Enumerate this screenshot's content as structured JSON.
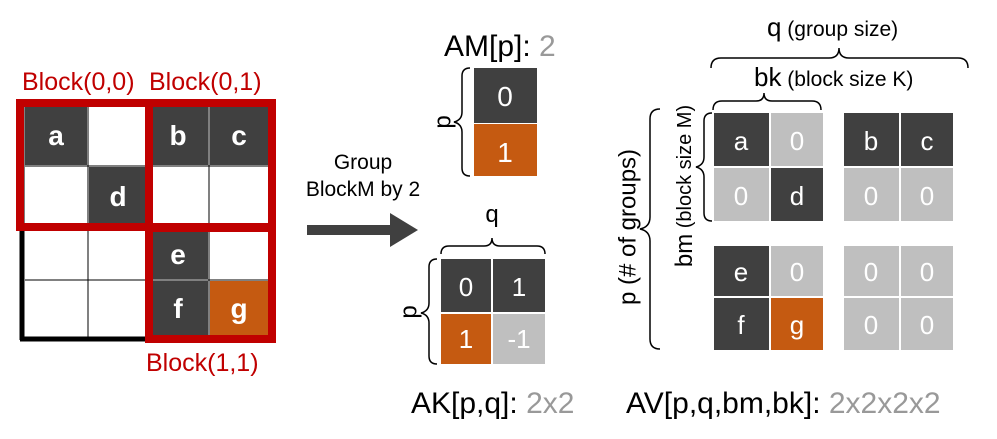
{
  "colors": {
    "dark": "#404040",
    "orange": "#c55a11",
    "gray": "#bfbfbf",
    "red": "#c00000",
    "white": "#ffffff",
    "grayText": "#999999"
  },
  "left": {
    "block00": "Block(0,0)",
    "block01": "Block(0,1)",
    "block11": "Block(1,1)",
    "cell_a": "a",
    "cell_b": "b",
    "cell_c": "c",
    "cell_d": "d",
    "cell_e": "e",
    "cell_f": "f",
    "cell_g": "g"
  },
  "arrow": {
    "line1": "Group",
    "line2": "BlockM by 2"
  },
  "am": {
    "name": "AM[p]: ",
    "shape": "2",
    "p": "p",
    "v0": "0",
    "v1": "1"
  },
  "ak": {
    "name": "AK[p,q]: ",
    "shape": "2x2",
    "p": "p",
    "q": "q",
    "v00": "0",
    "v01": "1",
    "v10": "1",
    "v11": "-1"
  },
  "av": {
    "name": "AV[p,q,bm,bk]: ",
    "shape": "2x2x2x2",
    "q_label": "q",
    "q_paren": " (group size)",
    "bk_label": "bk",
    "bk_paren": " (block size K)",
    "p_label": "p (# of groups)",
    "bm_label": "bm",
    "bm_paren": " (block size M)",
    "g00": [
      "a",
      "0",
      "0",
      "d"
    ],
    "g01": [
      "b",
      "c",
      "0",
      "0"
    ],
    "g10": [
      "e",
      "0",
      "f",
      "g"
    ],
    "g11": [
      "0",
      "0",
      "0",
      "0"
    ]
  }
}
